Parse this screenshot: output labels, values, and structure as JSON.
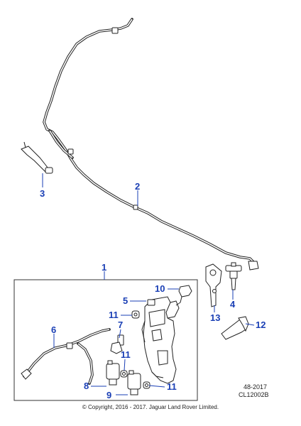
{
  "diagram": {
    "callouts": {
      "c1": "1",
      "c2": "2",
      "c3": "3",
      "c4": "4",
      "c5": "5",
      "c6": "6",
      "c7": "7",
      "c8": "8",
      "c9": "9",
      "c10": "10",
      "c11a": "11",
      "c11b": "11",
      "c11c": "11",
      "c12": "12",
      "c13": "13"
    },
    "reference": {
      "date_code": "48-2017",
      "drawing_code": "CL12002B"
    },
    "copyright": "© Copyright, 2016 - 2017. Jaguar Land Rover Limited.",
    "colors": {
      "callout": "#1a3fb5",
      "line": "#222222"
    }
  }
}
